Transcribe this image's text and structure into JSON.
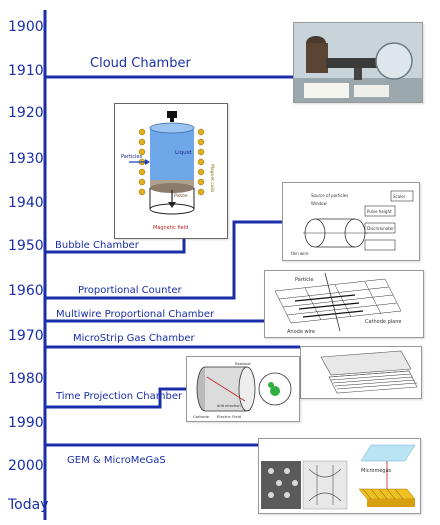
{
  "years": [
    "1900",
    "1910",
    "1920",
    "1930",
    "1940",
    "1950",
    "1960",
    "1970",
    "1980",
    "1990",
    "2000",
    "Today"
  ],
  "detectors": [
    {
      "label": "Cloud Chamber",
      "image": "cloud-chamber-photo"
    },
    {
      "label": "Bubble Chamber",
      "image": "bubble-chamber-diagram"
    },
    {
      "label": "Proportional Counter",
      "image": "proportional-counter-diagram"
    },
    {
      "label": "Multiwire Proportional Chamber",
      "image": "multiwire-chamber-diagram"
    },
    {
      "label": "MicroStrip Gas Chamber",
      "image": "microstrip-diagram"
    },
    {
      "label": "Time Projection Chamber",
      "image": "tpc-diagram"
    },
    {
      "label": "GEM & MicroMeGaS",
      "image": "gem-micromegas-photo"
    }
  ],
  "bubble_diagram": {
    "liquid": "Liquid",
    "particles": "Particles",
    "piston": "Piston",
    "magnetic_field": "Magnetic field",
    "magnet_coils": "Magnet coils"
  },
  "counter_diagram": {
    "source": "Source of particles",
    "window": "Window",
    "pulse_height": "Pulse height",
    "scaler": "Scaler",
    "discriminator": "Discriminator",
    "thin_wire": "thin wire"
  },
  "mwpc_diagram": {
    "particle": "Particle",
    "cathode_plane": "Cathode plane",
    "anode_wire": "Anode wire"
  },
  "tpc_diagram": {
    "cathode": "Cathode",
    "electric_field": "Electric Field",
    "drift": "drift direction",
    "readout": "Readout"
  },
  "gem_diagram": {
    "micromegas": "Micromégas"
  },
  "colors": {
    "timeline": "#1a2ea8",
    "text": "#1a2ea8",
    "liquid": "#6fa8e8",
    "coil": "#e0b020"
  }
}
